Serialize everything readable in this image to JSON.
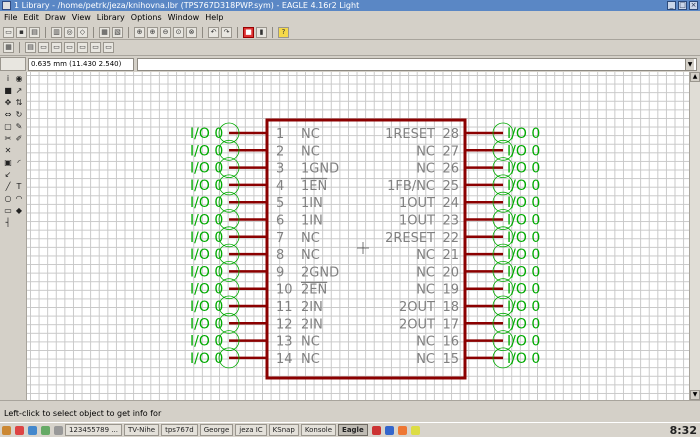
{
  "window": {
    "title": "1 Library - /home/petrk/jeza/knihovna.lbr (TPS767D318PWP.sym) - EAGLE 4.16r2 Light"
  },
  "menu": [
    "File",
    "Edit",
    "Draw",
    "View",
    "Library",
    "Options",
    "Window",
    "Help"
  ],
  "coordinates": {
    "readout": "0.635 mm (11.430 2.540)",
    "command": ""
  },
  "canvas": {
    "colors": {
      "pin_line": "#8b0000",
      "outline": "#8b0000",
      "text": "#808080",
      "io_label": "#00aa00",
      "grid": "#c8c8c8"
    },
    "left_pins": [
      {
        "num": "1",
        "name": "NC"
      },
      {
        "num": "2",
        "name": "NC"
      },
      {
        "num": "3",
        "name": "1GND"
      },
      {
        "num": "4",
        "name": "1EN"
      },
      {
        "num": "5",
        "name": "1IN"
      },
      {
        "num": "6",
        "name": "1IN"
      },
      {
        "num": "7",
        "name": "NC"
      },
      {
        "num": "8",
        "name": "NC"
      },
      {
        "num": "9",
        "name": "2GND"
      },
      {
        "num": "10",
        "name": "2EN"
      },
      {
        "num": "11",
        "name": "2IN"
      },
      {
        "num": "12",
        "name": "2IN"
      },
      {
        "num": "13",
        "name": "NC"
      },
      {
        "num": "14",
        "name": "NC"
      }
    ],
    "right_pins": [
      {
        "num": "28",
        "name": "1RESET"
      },
      {
        "num": "27",
        "name": "NC"
      },
      {
        "num": "26",
        "name": "NC"
      },
      {
        "num": "25",
        "name": "1FB/NC"
      },
      {
        "num": "24",
        "name": "1OUT"
      },
      {
        "num": "23",
        "name": "1OUT"
      },
      {
        "num": "22",
        "name": "2RESET"
      },
      {
        "num": "21",
        "name": "NC"
      },
      {
        "num": "20",
        "name": "NC"
      },
      {
        "num": "19",
        "name": "NC"
      },
      {
        "num": "18",
        "name": "2OUT"
      },
      {
        "num": "17",
        "name": "2OUT"
      },
      {
        "num": "16",
        "name": "NC"
      },
      {
        "num": "15",
        "name": "NC"
      }
    ],
    "io_label": "I/O 0",
    "overline_pins": [
      "1EN",
      "2EN"
    ]
  },
  "status": {
    "text": "Left-click to select object to get info for"
  },
  "taskbar": {
    "tasks": [
      {
        "label": "123455789 ...",
        "active": false
      },
      {
        "label": "TV-Nihe",
        "active": false
      },
      {
        "label": "tps767d",
        "active": false
      },
      {
        "label": "George",
        "active": false
      },
      {
        "label": "jeza IC",
        "active": false
      },
      {
        "label": "KSnap",
        "active": false
      },
      {
        "label": "Konsole",
        "active": false
      },
      {
        "label": "Eagle",
        "active": true
      }
    ],
    "clock": "8:32"
  }
}
